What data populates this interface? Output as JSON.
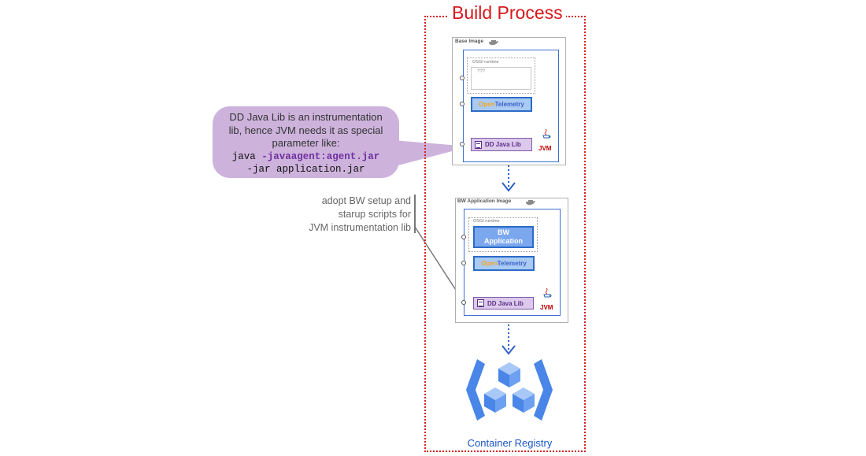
{
  "build_process": {
    "title": "Build Process"
  },
  "base_image": {
    "label": "Base Image",
    "osgi_label": "OSGI runtime",
    "unknown_text": "???",
    "otel_open": "Open",
    "otel_telemetry": "Telemetry",
    "ddlib_label": "DD Java Lib",
    "jvm_label": "JVM"
  },
  "bw_image": {
    "label": "BW Application  Image",
    "osgi_label": "OSGI runtime",
    "bwapp_line1": "BW",
    "bwapp_line2": "Application",
    "otel_open": "Open",
    "otel_telemetry": "Telemetry",
    "ddlib_label": "DD Java Lib",
    "jvm_label": "JVM"
  },
  "registry": {
    "label": "Container Registry"
  },
  "callout": {
    "line1": "DD Java Lib is an instrumentation",
    "line2": "lib, hence JVM needs it as special",
    "line3": "parameter like:",
    "code_java": "java ",
    "code_agent": "-javaagent:agent.jar",
    "code_jar": "-jar application.jar"
  },
  "note": {
    "line1": "adopt BW setup and",
    "line2": "starup scripts for",
    "line3": "JVM instrumentation lib"
  },
  "colors": {
    "frame": "#d32222",
    "accent_blue": "#2c6bc7",
    "callout_bg": "#cdb3dc",
    "registry_blue": "#4a86e8"
  },
  "icons": [
    "docker-whale-icon",
    "java-cup-icon",
    "dd-lib-icon",
    "container-registry-icon",
    "down-arrow-icon"
  ]
}
